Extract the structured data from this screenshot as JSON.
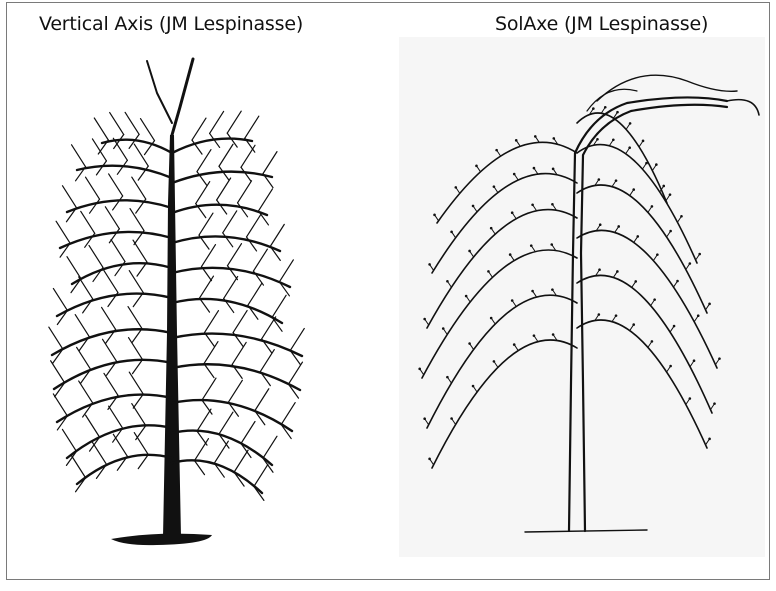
{
  "figure": {
    "left": {
      "title": "Vertical Axis (JM Lespinasse)",
      "icon": "vertical-axis-tree-drawing"
    },
    "right": {
      "title": "SolAxe (JM Lespinasse)",
      "icon": "solaxe-weeping-tree-drawing"
    },
    "colors": {
      "ink": "#111111",
      "border": "#7a7a7a",
      "paper": "#f6f6f6"
    }
  }
}
